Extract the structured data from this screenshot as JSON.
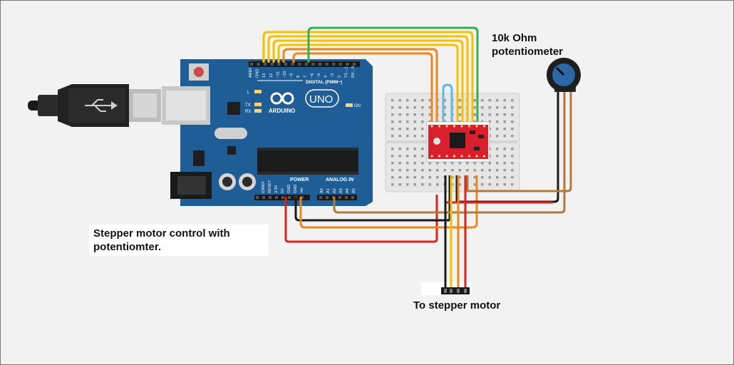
{
  "labels": {
    "potentiometer_line1": "10k Ohm",
    "potentiometer_line2": "potentiometer",
    "caption_line1": "Stepper motor control with",
    "caption_line2": "potentiomter.",
    "motor_label": "To stepper motor"
  },
  "board": {
    "logo_text": "ARDUINO",
    "model": "UNO",
    "digital_header": "DIGITAL (PWM~)",
    "power_header": "POWER",
    "analog_header": "ANALOG IN",
    "on_label": "ON",
    "led_labels": [
      "L",
      "TX",
      "RX"
    ],
    "digital_pins": [
      "AREF",
      "GND",
      "13",
      "12",
      "~11",
      "~10",
      "~9",
      "8",
      "7",
      "~6",
      "~5",
      "4",
      "~3",
      "2",
      "TX→1",
      "RX←0"
    ],
    "power_pins": [
      "IOREF",
      "RESET",
      "3.3V",
      "5V",
      "GND",
      "GND",
      "Vin"
    ],
    "analog_pins": [
      "A0",
      "A1",
      "A2",
      "A3",
      "A4",
      "A5"
    ]
  },
  "colors": {
    "board": "#1f5d96",
    "wire_yellow": "#f2c200",
    "wire_orange": "#e8891f",
    "wire_green": "#36b04a",
    "wire_red": "#d8231f",
    "wire_black": "#1a1a1a",
    "wire_brown": "#b07a3c",
    "wire_cyan": "#5fb8dd",
    "driver_pcb": "#d81f2d"
  }
}
